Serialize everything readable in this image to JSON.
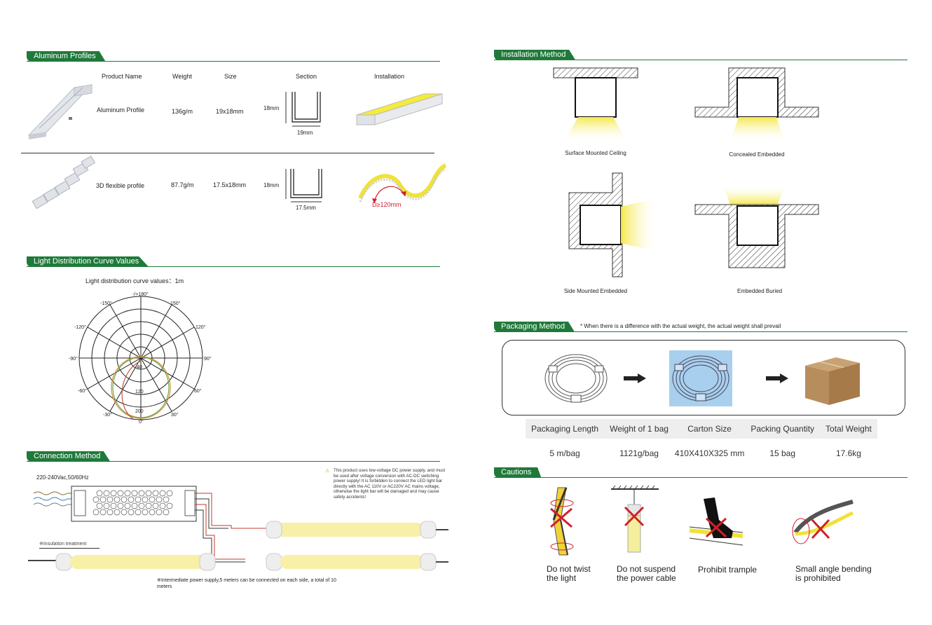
{
  "aluminum": {
    "title": "Aluminum Profiles",
    "headers": [
      "Product Name",
      "Weight",
      "Size",
      "Section",
      "Installation"
    ],
    "rows": [
      {
        "name": "Aluminum Profile",
        "weight": "136g/m",
        "size": "19x18mm",
        "sec_h": "18mm",
        "sec_w": "19mm"
      },
      {
        "name": "3D flexible profile",
        "weight": "87.7g/m",
        "size": "17.5x18mm",
        "sec_h": "18mm",
        "sec_w": "17.5mm",
        "bend": "D≥120mm"
      }
    ]
  },
  "light": {
    "title": "Light Distribution Curve Values",
    "subtitle": "Light distribution curve values：1m",
    "angles": [
      "-/+180°",
      "-150°",
      "150°",
      "-120°",
      "120°",
      "-90°",
      "90°",
      "-60°",
      "60°",
      "-30°",
      "30°",
      "0°"
    ],
    "rings": [
      "40",
      "120",
      "200"
    ]
  },
  "connection": {
    "title": "Connection Method",
    "voltage": "220-240Vac,50/60Hz",
    "warning": "This product uses low-voltage DC power supply, and must be used after voltage conversion with AC-DC switching power supply! It is forbidden to connect the LED light bar directly with the AC 110V or AC220V AC mains voltage, otherwise the light bar will be damaged and may cause safety accidents!",
    "insulation": "※Insulation treatment",
    "note": "※Intermediate power supply,5 meters can be connected on each side, a total of 10 meters"
  },
  "installation": {
    "title": "Installation Method",
    "items": [
      "Surface Mounted Ceiling",
      "Concealed Embedded",
      "Side Mounted Embedded",
      "Embedded Buried"
    ]
  },
  "packaging": {
    "title": "Packaging Method",
    "note": "* When there is a difference with the actual weight, the actual weight shall prevail",
    "headers": [
      "Packaging Length",
      "Weight of 1 bag",
      "Carton Size",
      "Packing Quantity",
      "Total Weight"
    ],
    "values": [
      "5 m/bag",
      "1121g/bag",
      "410X410X325 mm",
      "15 bag",
      "17.6kg"
    ]
  },
  "cautions": {
    "title": "Cautions",
    "items": [
      {
        "l1": "Do not twist",
        "l2": "the light"
      },
      {
        "l1": "Do not suspend",
        "l2": "the power cable"
      },
      {
        "l1": "Prohibit trample",
        "l2": ""
      },
      {
        "l1": "Small angle bending",
        "l2": "is prohibited"
      }
    ]
  },
  "colors": {
    "accent": "#1f7a3a",
    "led": "#f5ec6a",
    "warn": "#d21f2b"
  }
}
